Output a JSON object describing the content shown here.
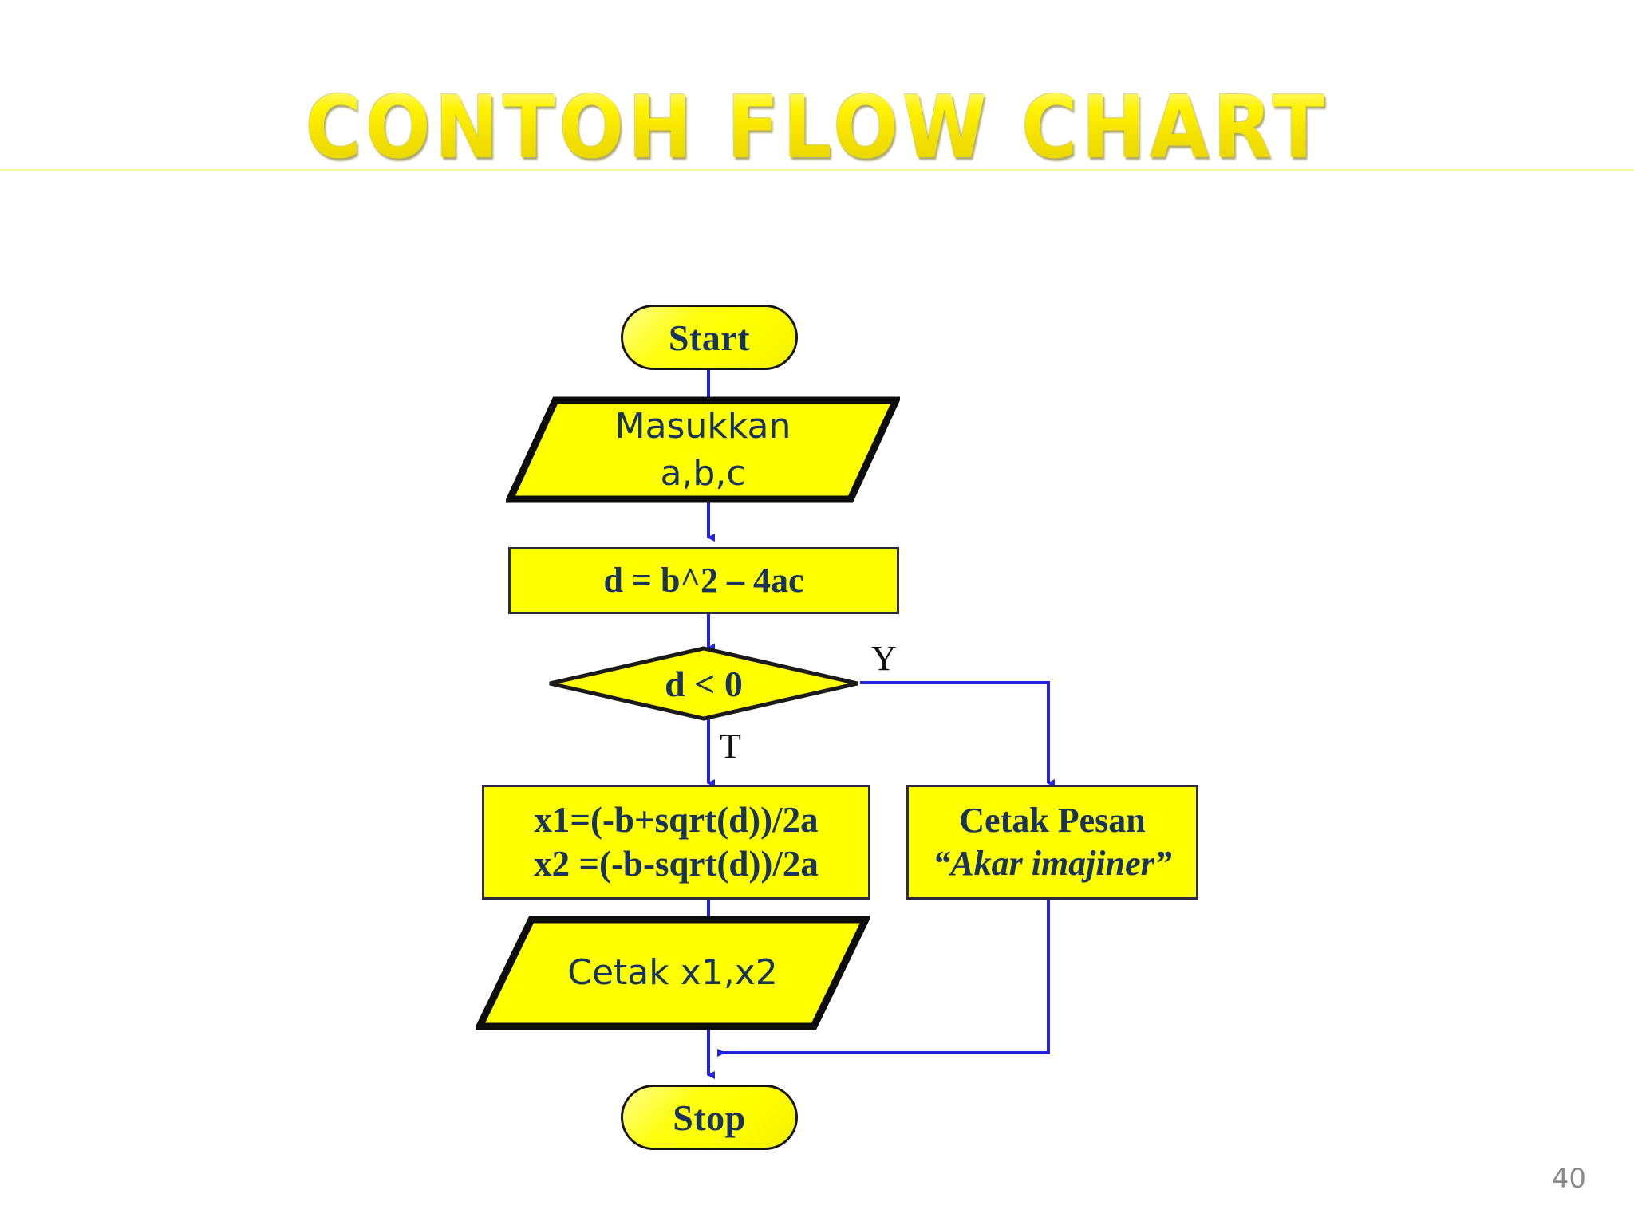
{
  "slide": {
    "title": "CONTOH FLOW CHART",
    "page_number": "40",
    "background_color": "#ffffff",
    "accent_color": "#ffff00",
    "text_color": "#17335e",
    "connector_color": "#2424d6",
    "title_color": "#fff200"
  },
  "flowchart": {
    "type": "flowchart",
    "nodes": [
      {
        "id": "start",
        "shape": "terminator",
        "label": "Start"
      },
      {
        "id": "input",
        "shape": "parallelogram",
        "label_line1": "Masukkan",
        "label_line2": "a,b,c"
      },
      {
        "id": "discr",
        "shape": "process",
        "label": "d = b^2 – 4ac"
      },
      {
        "id": "decision",
        "shape": "diamond",
        "label": "d < 0"
      },
      {
        "id": "roots",
        "shape": "process",
        "label_line1": "x1=(-b+sqrt(d))/2a",
        "label_line2": "x2 =(-b-sqrt(d))/2a"
      },
      {
        "id": "message",
        "shape": "process",
        "label_line1": "Cetak Pesan",
        "label_line2": "“Akar imajiner”"
      },
      {
        "id": "output",
        "shape": "parallelogram",
        "label_line1": "Cetak x1,x2"
      },
      {
        "id": "stop",
        "shape": "terminator",
        "label": "Stop"
      }
    ],
    "branch_labels": {
      "yes": "Y",
      "true": "T"
    },
    "edges": [
      {
        "from": "start",
        "to": "input",
        "label": ""
      },
      {
        "from": "input",
        "to": "discr",
        "label": ""
      },
      {
        "from": "discr",
        "to": "decision",
        "label": ""
      },
      {
        "from": "decision",
        "to": "roots",
        "label": "T"
      },
      {
        "from": "decision",
        "to": "message",
        "label": "Y"
      },
      {
        "from": "roots",
        "to": "output",
        "label": ""
      },
      {
        "from": "output",
        "to": "stop",
        "label": ""
      },
      {
        "from": "message",
        "to": "stop",
        "label": ""
      }
    ]
  }
}
